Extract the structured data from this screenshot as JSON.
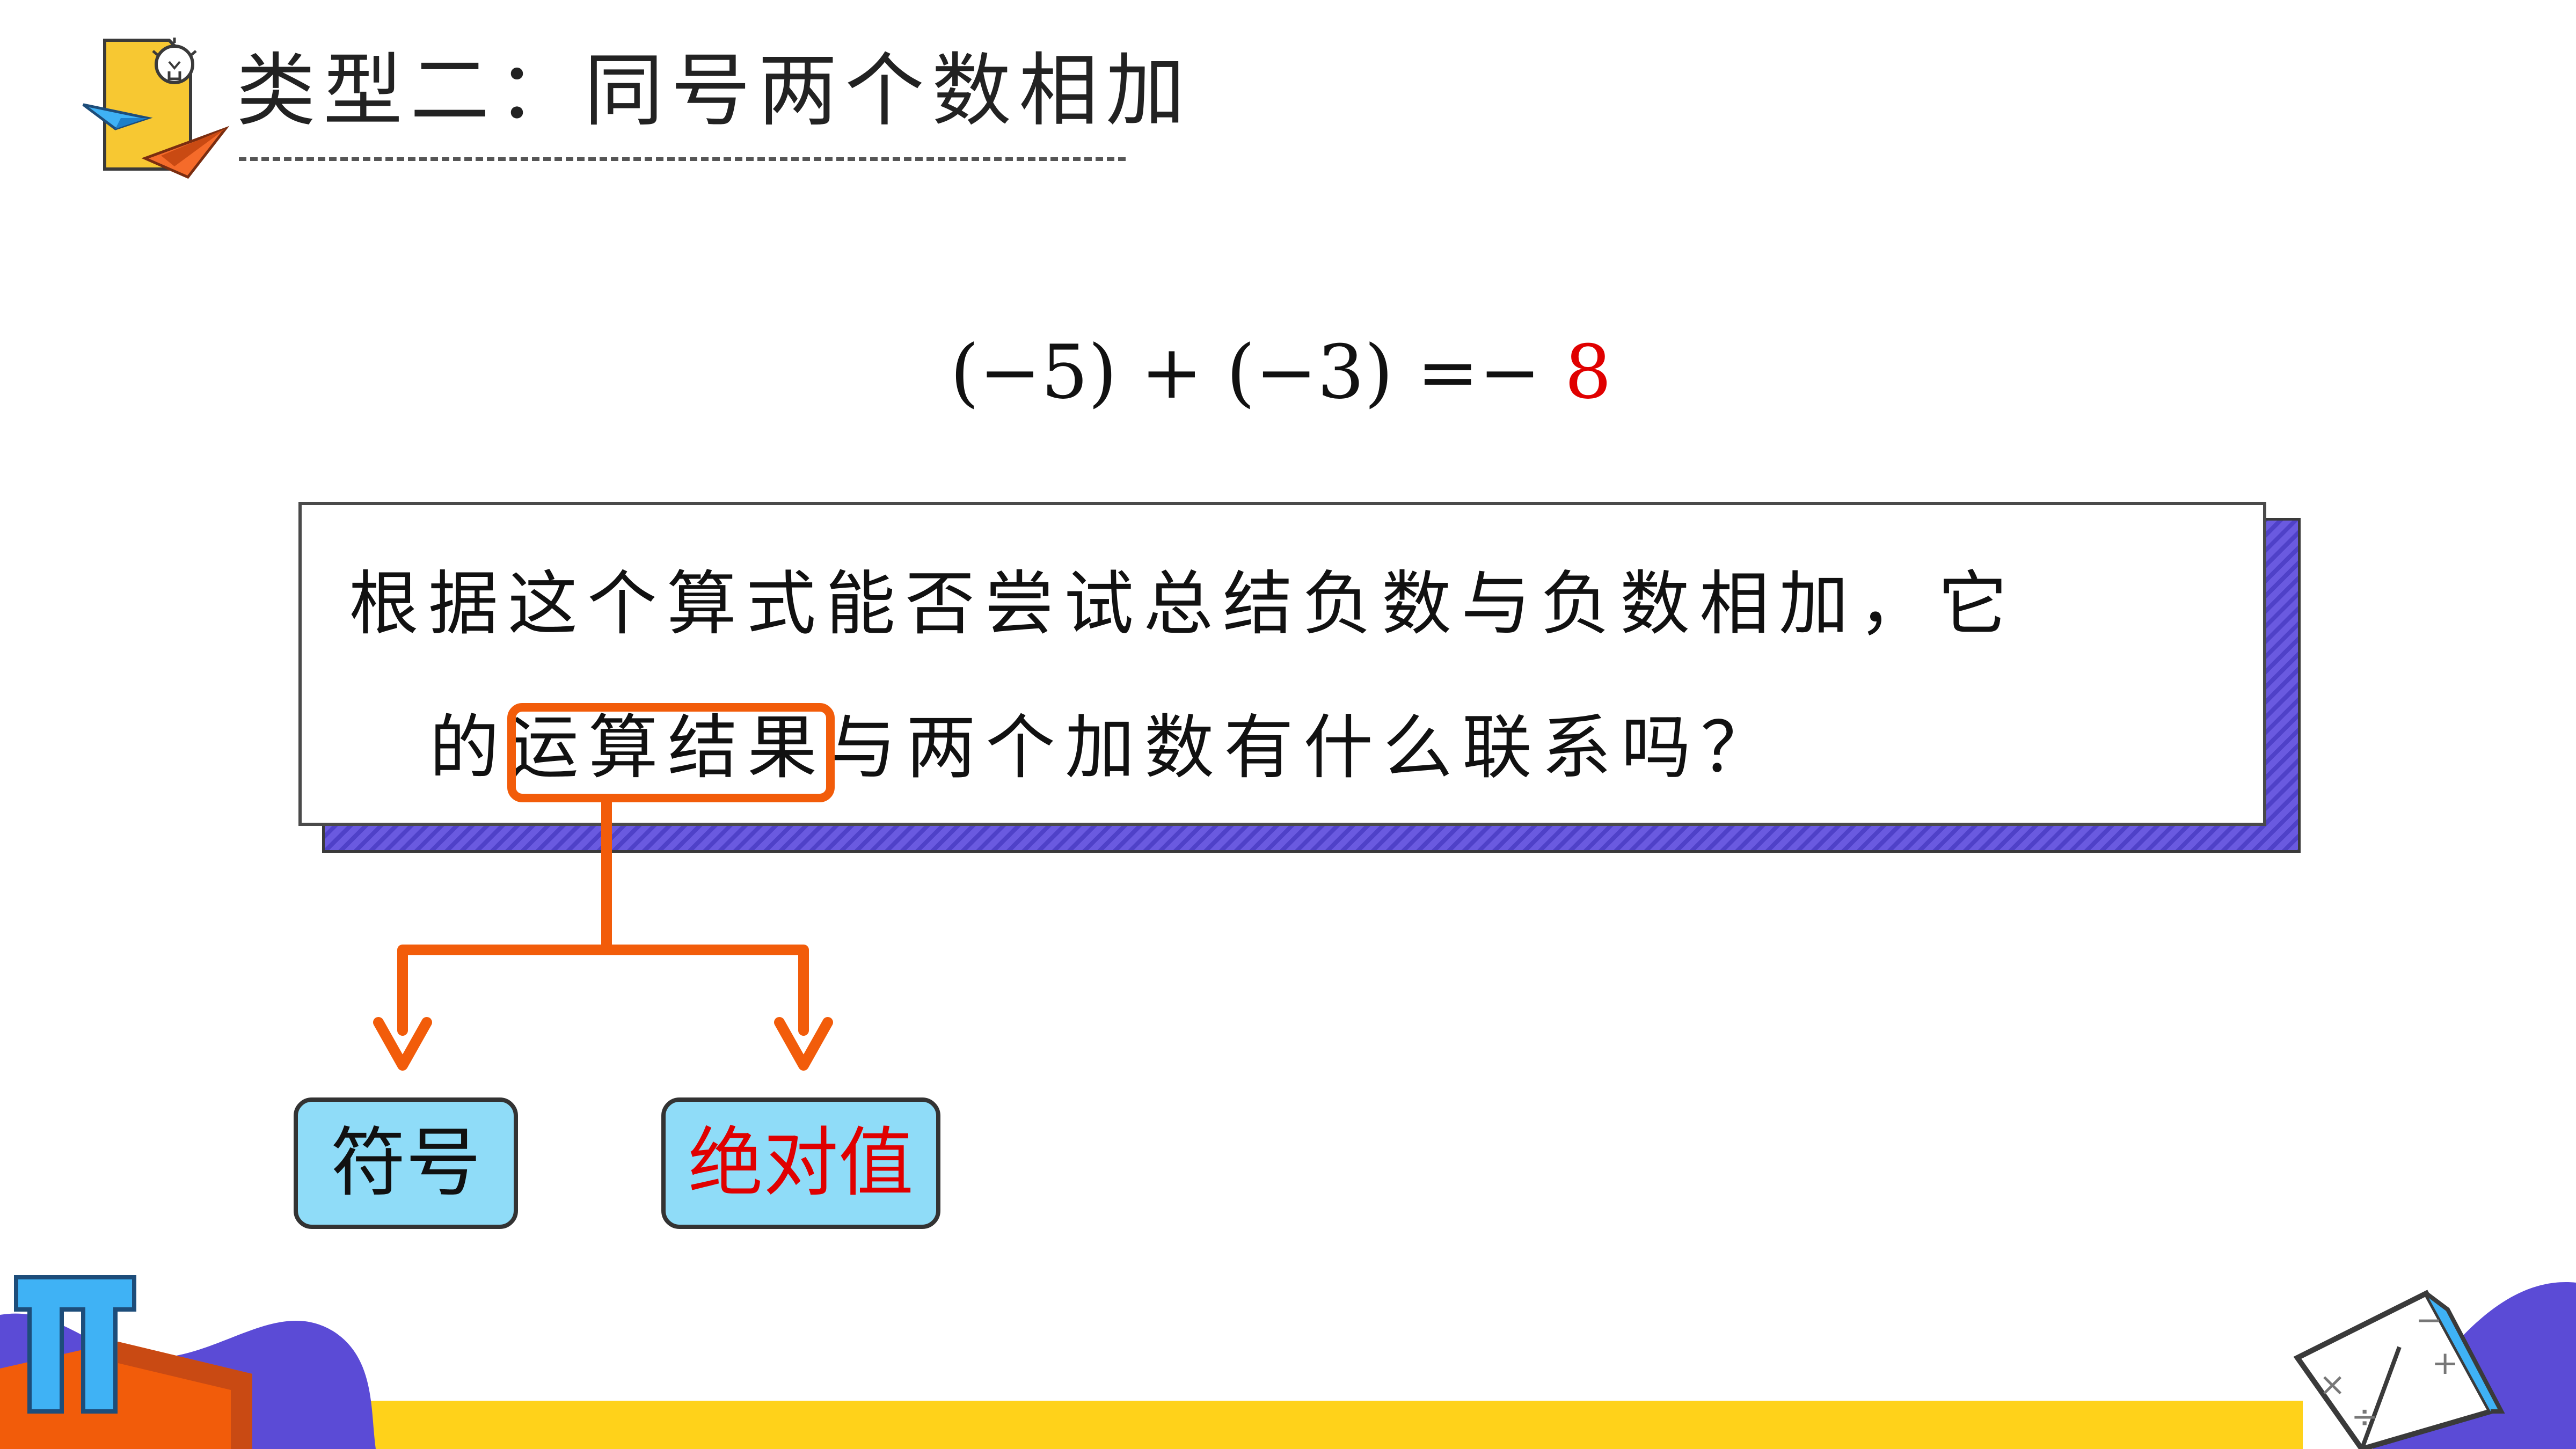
{
  "title": {
    "text": "类型二：同号两个数相加",
    "icon": "lightbulb-paper-planes-icon"
  },
  "equation": {
    "expression": "(−5) + (−3) =−",
    "answer": "8",
    "answer_color": "#e00000"
  },
  "question": {
    "line1": "根据这个算式能否尝试总结负数与负数相加，它",
    "line2_prefix": "的",
    "line2_highlight": "运算结果",
    "line2_suffix": "与两个加数有什么联系吗？"
  },
  "labels": {
    "sign": "符号",
    "absolute_value": "绝对值"
  },
  "colors": {
    "accent_orange": "#f25c0a",
    "box_shadow_purple": "#5b4bd6",
    "label_blue": "#8fdcf8",
    "footer_yellow": "#ffd21a"
  },
  "decorations": {
    "left": "pi-symbol-icon",
    "right": "open-book-math-icon"
  }
}
